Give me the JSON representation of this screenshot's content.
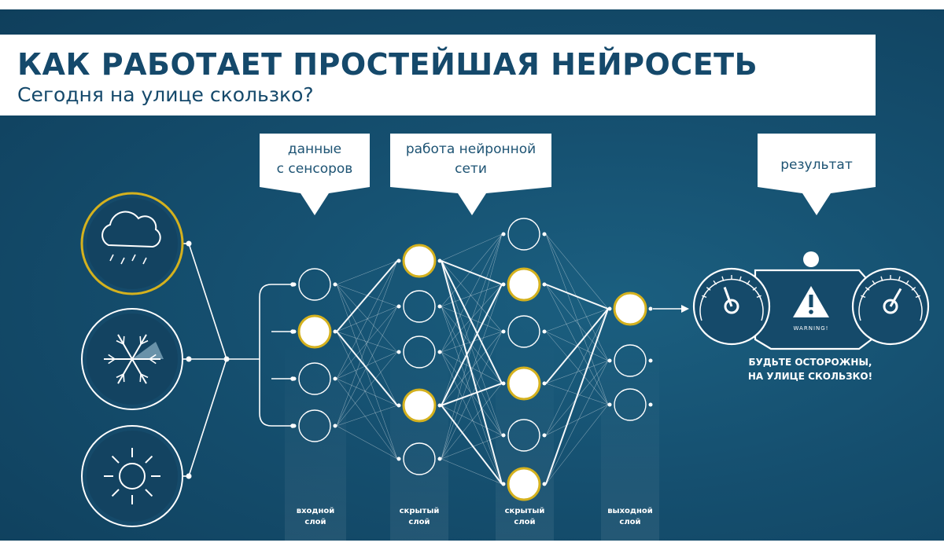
{
  "title": {
    "main": "КАК РАБОТАЕТ ПРОСТЕЙШАЯ НЕЙРОСЕТЬ",
    "sub": "Сегодня на улице скользко?"
  },
  "callouts": {
    "sensors": [
      "данные",
      "с сенсоров"
    ],
    "network": [
      "работа нейронной",
      "сети"
    ],
    "result": [
      "результат"
    ]
  },
  "layers": {
    "input": [
      "входной",
      "слой"
    ],
    "hidden1": [
      "скрытый",
      "слой"
    ],
    "hidden2": [
      "скрытый",
      "слой"
    ],
    "output": [
      "выходной",
      "слой"
    ]
  },
  "sensors": [
    {
      "icon": "cloud-rain-icon",
      "active": true
    },
    {
      "icon": "snowflake-icon",
      "active": false
    },
    {
      "icon": "sun-icon",
      "active": false
    }
  ],
  "neurons": {
    "input": [
      false,
      true,
      false,
      false
    ],
    "hidden1": [
      true,
      false,
      false,
      true,
      false
    ],
    "hidden2": [
      false,
      true,
      false,
      true,
      false,
      true
    ],
    "output": [
      true,
      false,
      false
    ]
  },
  "dashboard": {
    "warning_label": "WARNING!",
    "message": [
      "БУДЬТЕ ОСТОРОЖНЫ,",
      "НА УЛИЦЕ СКОЛЬЗКО!"
    ]
  },
  "colors": {
    "active": "#d4b11e",
    "line": "#ffffff",
    "text_dark": "#15496b"
  }
}
